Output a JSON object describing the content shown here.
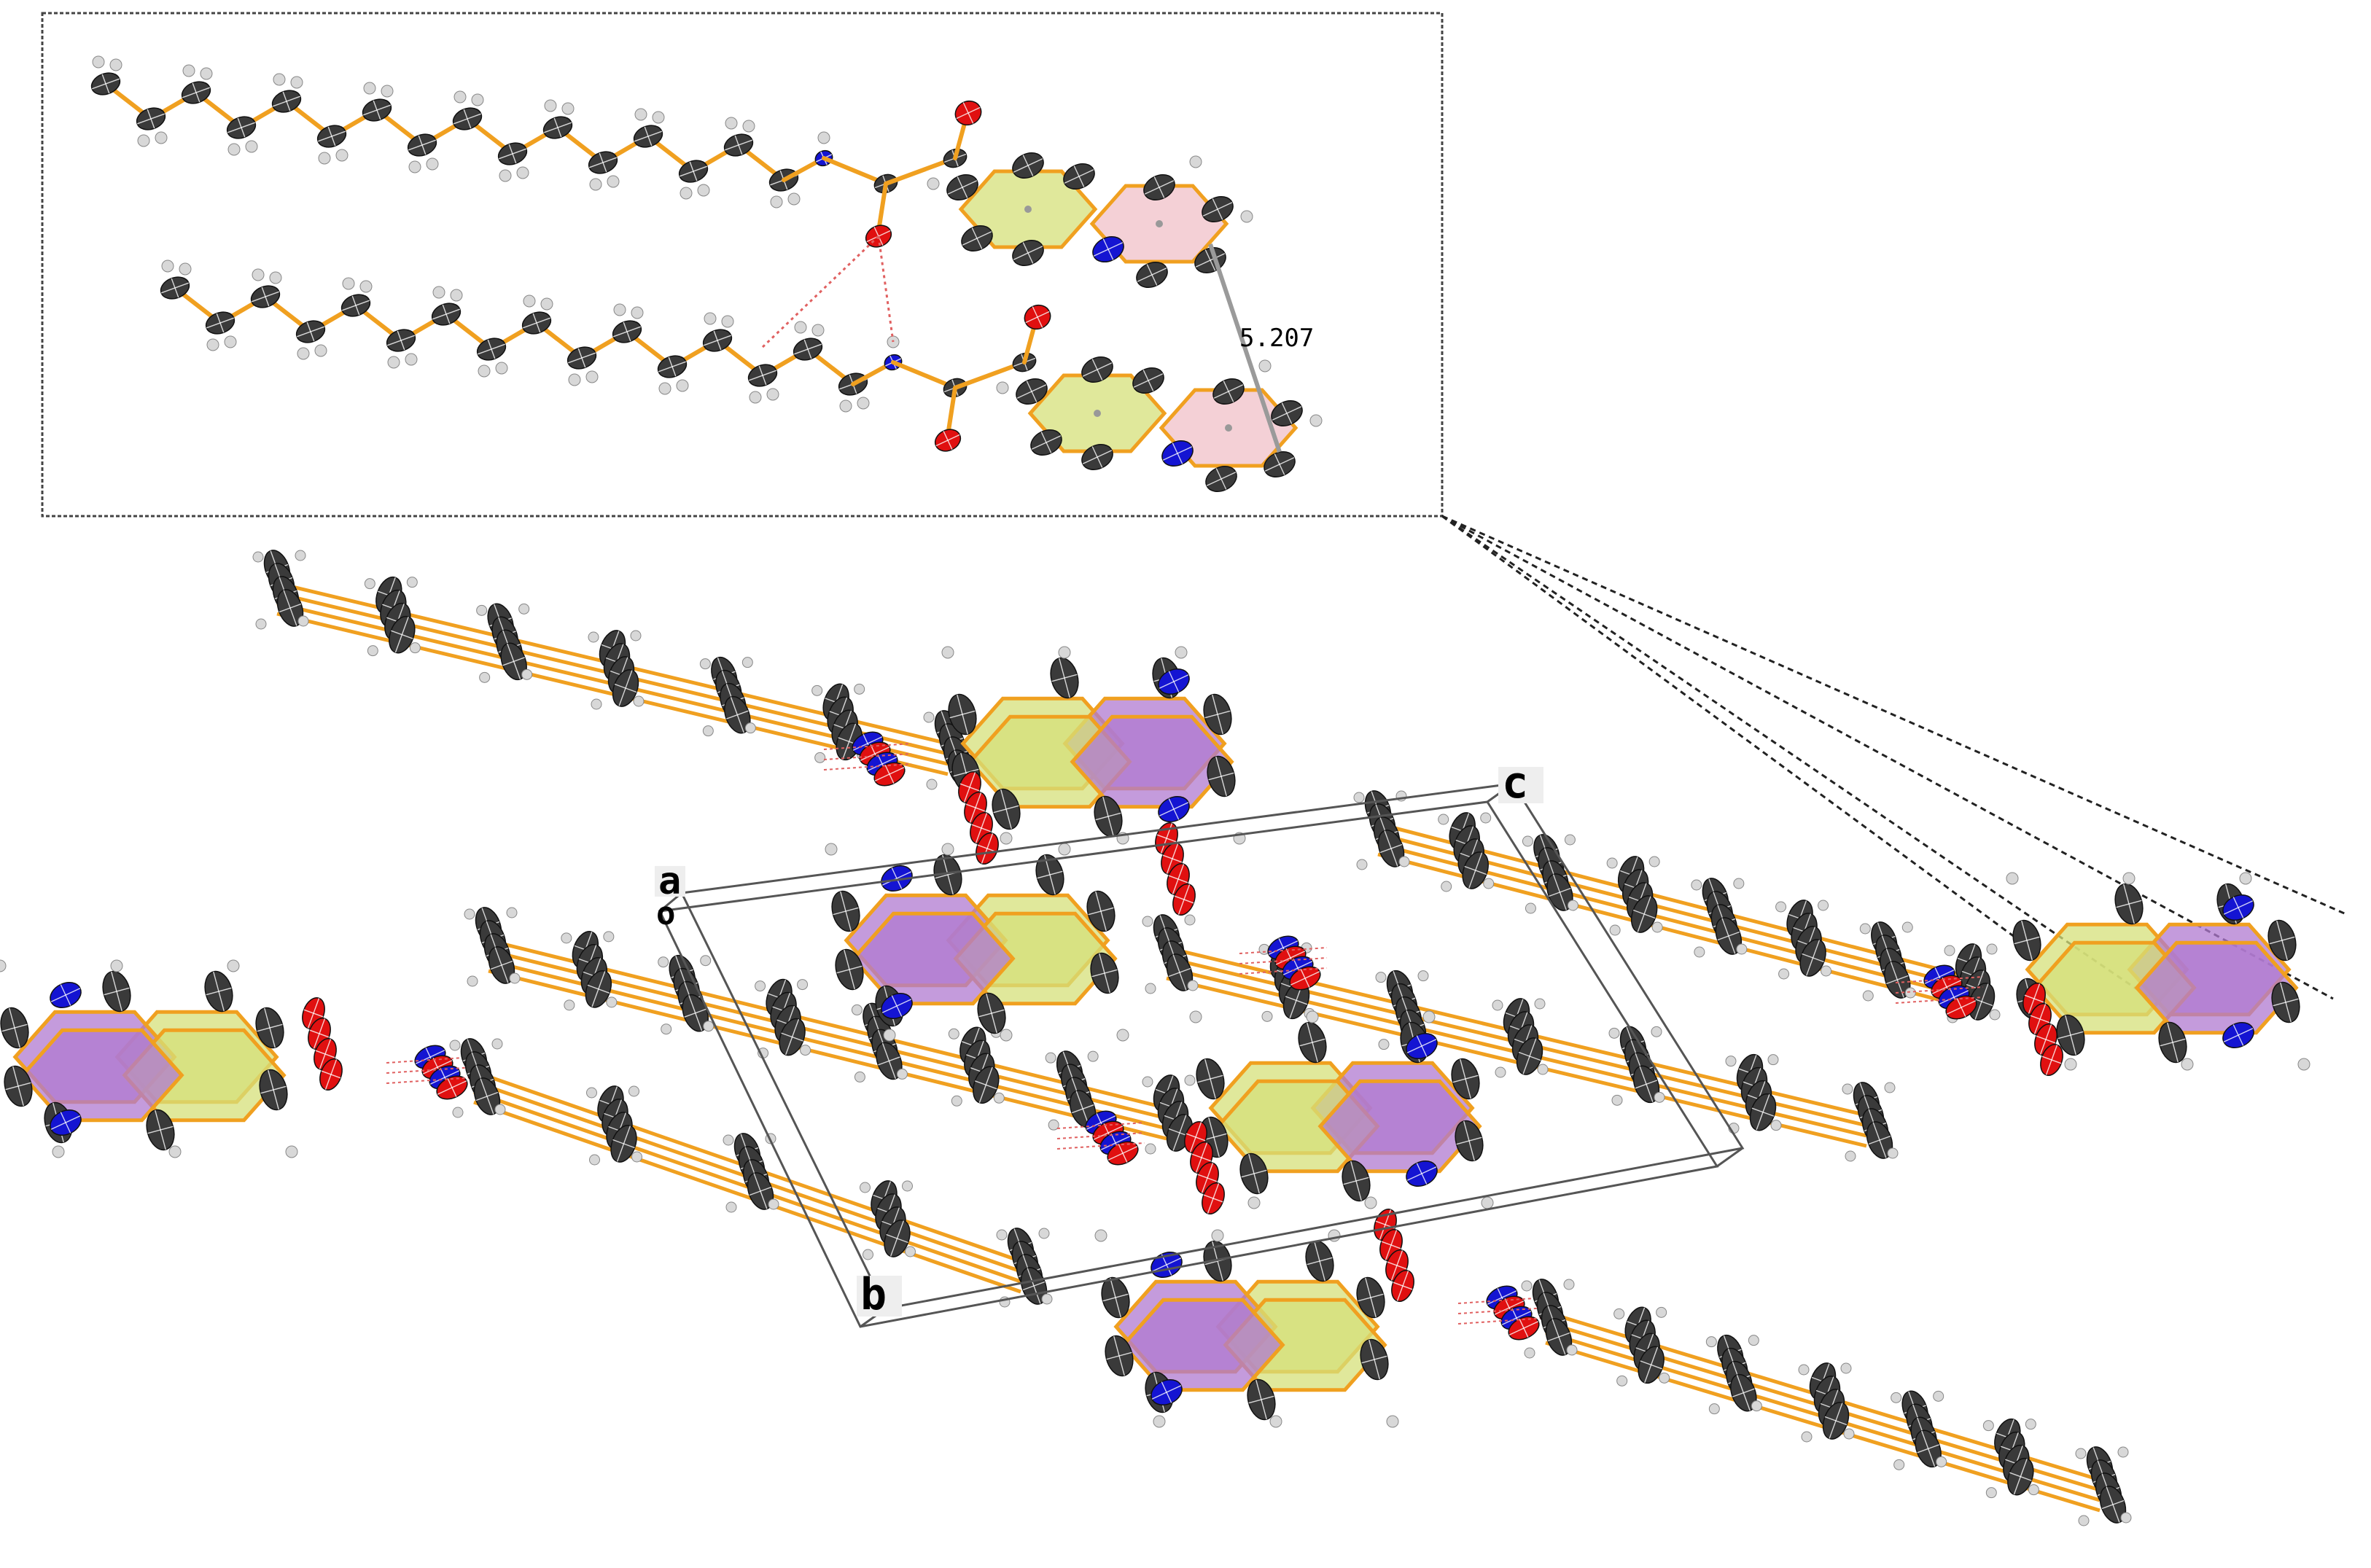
{
  "inset": {
    "distance_label": "5.207"
  },
  "cell_axes": {
    "a": "a",
    "b": "b",
    "c": "c",
    "origin": "o"
  },
  "colors": {
    "carbon": "#3a3a3a",
    "hydrogen": "#d8d8d8",
    "nitrogen": "#1414d2",
    "oxygen": "#e01010",
    "bond": "#f0a020",
    "benzene_ring": "#d6e07a",
    "pyridine_ring_inset": "#f0c0c8",
    "pyridine_ring_packing": "#b07ad0",
    "hbond": "#e06060",
    "cell_edge": "#555555"
  }
}
